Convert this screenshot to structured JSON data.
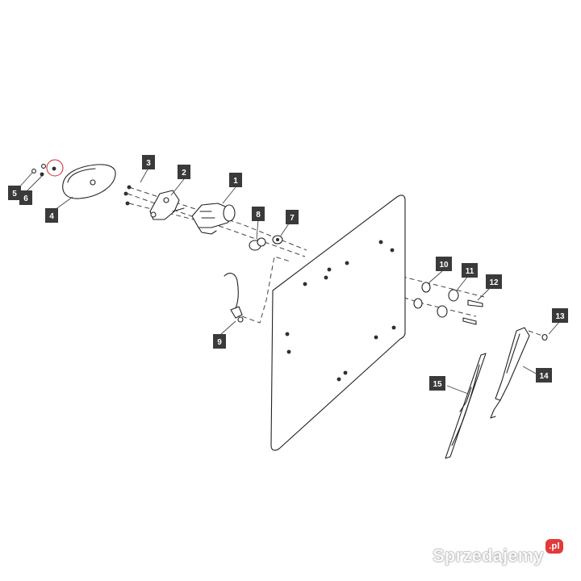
{
  "callouts": [
    {
      "id": "1",
      "label": "1"
    },
    {
      "id": "2",
      "label": "2"
    },
    {
      "id": "3",
      "label": "3"
    },
    {
      "id": "4",
      "label": "4"
    },
    {
      "id": "5",
      "label": "5"
    },
    {
      "id": "6",
      "label": "6"
    },
    {
      "id": "7",
      "label": "7"
    },
    {
      "id": "8",
      "label": "8"
    },
    {
      "id": "9",
      "label": "9"
    },
    {
      "id": "10",
      "label": "10"
    },
    {
      "id": "11",
      "label": "11"
    },
    {
      "id": "12",
      "label": "12"
    },
    {
      "id": "13",
      "label": "13"
    },
    {
      "id": "14",
      "label": "14"
    },
    {
      "id": "15",
      "label": "15"
    }
  ],
  "watermark": {
    "brand": "Sprzedajemy",
    "tld": ".pl"
  },
  "colors": {
    "callout_bg": "#3a3a3a",
    "highlight_circle": "#c8282e",
    "watermark_badge": "#e23a3a"
  }
}
